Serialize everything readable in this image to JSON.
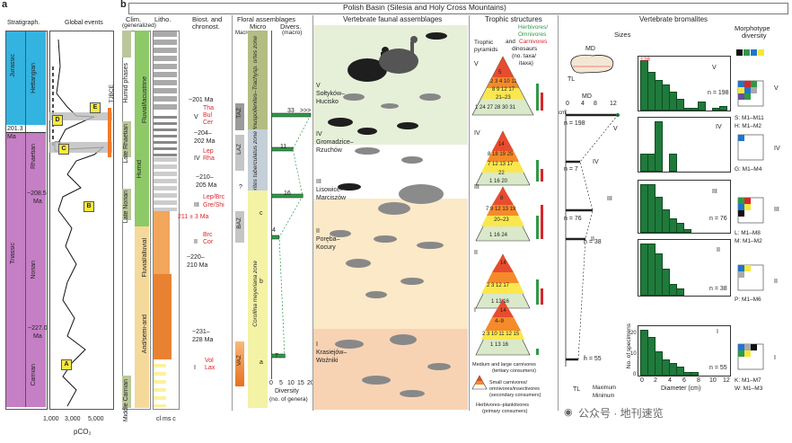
{
  "panel_a": {
    "letter": "a",
    "stratigraph_label": "Stratigraph.",
    "global_events_label": "Global events",
    "jurassic": "Jurassic",
    "hettangian": "Hettangian",
    "age_201": "201.3",
    "ma": "Ma",
    "triassic": "Triassic",
    "rhaetian": "Rhaetian",
    "age_208": "~208.5",
    "ma2": "Ma",
    "norian": "Norian",
    "age_227": "~227.0",
    "ma3": "Ma",
    "carnian": "Carnian",
    "tjbce": "TJBCE",
    "badges": [
      "D",
      "E",
      "C",
      "B",
      "A"
    ],
    "x_ticks": [
      "1,000",
      "3,000",
      "5,000"
    ],
    "pco2": "pCO₂"
  },
  "panel_b": {
    "letter": "b",
    "title": "Polish Basin (Silesia and Holy Cross Mountains)",
    "clim_label": "Clim.",
    "generalized": "(generalized)",
    "litho_label": "Litho.",
    "biost_label": "Biost. and",
    "chronost": "chronost.",
    "humid_phases": "Humid phases",
    "late_rhaetian": "Late Rhaetian",
    "humid": "Humid",
    "late_norian": "Late Norian",
    "middle_carnian": "Middle Carnian",
    "fluvial_lacustrine": "Fluvial/lacustrine",
    "fluvial_alluvial": "Fluvial/alluvial",
    "aridsemi_arid": "Arid/semi-arid",
    "litho_ticks": "cl  ms c",
    "chrono": [
      {
        "text": "~201 Ma",
        "red": false
      },
      {
        "text": "Tha",
        "red": true
      },
      {
        "text": "Bul",
        "red": true
      },
      {
        "text": "Cer",
        "red": true
      },
      {
        "text": "~204–",
        "red": false
      },
      {
        "text": "202 Ma",
        "red": false
      },
      {
        "text": "Lep",
        "red": true
      },
      {
        "text": "Rha",
        "red": true
      },
      {
        "text": "~210–",
        "red": false
      },
      {
        "text": "205 Ma",
        "red": false
      },
      {
        "text": "Lep/Brc",
        "red": true
      },
      {
        "text": "Gre/Shi",
        "red": true
      },
      {
        "text": "211 ± 3 Ma",
        "red": true
      },
      {
        "text": "Brc",
        "red": true
      },
      {
        "text": "Cor",
        "red": true
      },
      {
        "text": "~220–",
        "red": false
      },
      {
        "text": "210 Ma",
        "red": false
      },
      {
        "text": "~231–",
        "red": false
      },
      {
        "text": "228 Ma",
        "red": false
      },
      {
        "text": "Vol",
        "red": true
      },
      {
        "text": "Lax",
        "red": true
      }
    ],
    "roman": [
      "V",
      "IV",
      "III",
      "II",
      "I"
    ],
    "floral_label": "Floral assemblages",
    "macro": "Macro",
    "micro": "Micro",
    "divers_label": "Divers.",
    "macro_paren": "(macro)",
    "taz": "TAZ",
    "laz": "LAZ",
    "baz": "BAZ",
    "vaz": "VAZ",
    "zone1": "Pinuspollenites–Trachysp. ortes zone",
    "zone2": "Ricciisporites tuberculatus zone",
    "zone3": "Corollina meyeriana zone",
    "sub_c": "c",
    "sub_b": "b",
    "sub_a": "a",
    "qmark": "?",
    "div_values": [
      "33",
      "11",
      "16",
      "4",
      "7"
    ],
    "div_arrows": ">>>",
    "div_ticks": [
      "0",
      "5",
      "10",
      "15",
      "20"
    ],
    "diversity_label": "Diversity",
    "no_genera": "(no. of genera)",
    "vert_title": "Vertebrate faunal assemblages",
    "assemblages": [
      {
        "roman": "V",
        "name": "Sołtyków–",
        "name2": "Hucisko"
      },
      {
        "roman": "IV",
        "name": "Gromadzice–",
        "name2": "Rzuchów"
      },
      {
        "roman": "III",
        "name": "Lisowice–",
        "name2": "Marciszów"
      },
      {
        "roman": "II",
        "name": "Poręba–",
        "name2": "Kocury"
      },
      {
        "roman": "I",
        "name": "Krasiejów–",
        "name2": "Woźniki"
      }
    ],
    "trophic_title": "Trophic structures",
    "trophic_pyramids": "Trophic",
    "pyramids": "pyramids",
    "herb": "Herbivores/",
    "omni": "Omnivores",
    "and_word": "and",
    "carn": "Carnivores",
    "dinosaurs": "dinosaurs",
    "no_taxa": "(no. taxa/",
    "itaxa": "itaxa)",
    "pyr_V": [
      "5",
      "2 3 4 10 11",
      "8 9 12 17",
      "21–23",
      "1 24 27 28 30 31"
    ],
    "pyr_IV": [
      "14",
      "8 18 19 25",
      "7 12 13 17",
      "22",
      "1 16 20"
    ],
    "pyr_III": [
      "8",
      "7 9 12 13 19",
      "20–23",
      "1 16 24"
    ],
    "pyr_II": [
      "14",
      "2 3 12 17",
      "1 13 16"
    ],
    "pyr_I": [
      "14",
      "4–9",
      "2 3 10 11 12 15",
      "1 13 16"
    ],
    "legend_1": "Medium and large carnivores",
    "legend_1b": "(tertiary consumers)",
    "legend_2": "Small carnivores/",
    "legend_2b": "omnivores/insectivores",
    "legend_2c": "(secondary consumers)",
    "legend_3": "Herbivores–planktivores",
    "legend_3b": "(primary consumers)",
    "bromalites_title": "Vertebrate bromalites",
    "sizes": "Sizes",
    "morphotype": "Morphotype",
    "diversity": "diversity",
    "md": "MD",
    "tl": "TL",
    "md_axis": "MD",
    "md_ticks": [
      "0",
      "4",
      "8",
      "12"
    ],
    "cm": "cm",
    "n_values": [
      "n = 198",
      "n = 7",
      "n = 76",
      "n = 38",
      "n = 55"
    ],
    "maximum": "Maximum",
    "minimum": "Minimum",
    "hist_label_128": "128",
    "hist_ticks": [
      "0",
      "2",
      "4",
      "6",
      "8",
      "10",
      "12"
    ],
    "diameter": "Diameter (cm)",
    "no_specimens": "No. of specimens",
    "hist_y_I": [
      "0",
      "10",
      "20"
    ],
    "morpho_labels": [
      "S: M1–M11",
      "H: M1–M2",
      "G: M1–M4",
      "L: M1–M8",
      "M: M1–M2",
      "P: M1–M6",
      "K: M1–M7",
      "W: M1–M3"
    ],
    "watermark": "公众号 · 地刊速览"
  },
  "colors": {
    "jurassic": "#33b3e0",
    "triassic": "#c57fc5",
    "herb_green": "#2e9a47",
    "carn_red": "#d8262c",
    "badge_yellow": "#fcea3b",
    "hist_green": "#1f7a3c"
  }
}
